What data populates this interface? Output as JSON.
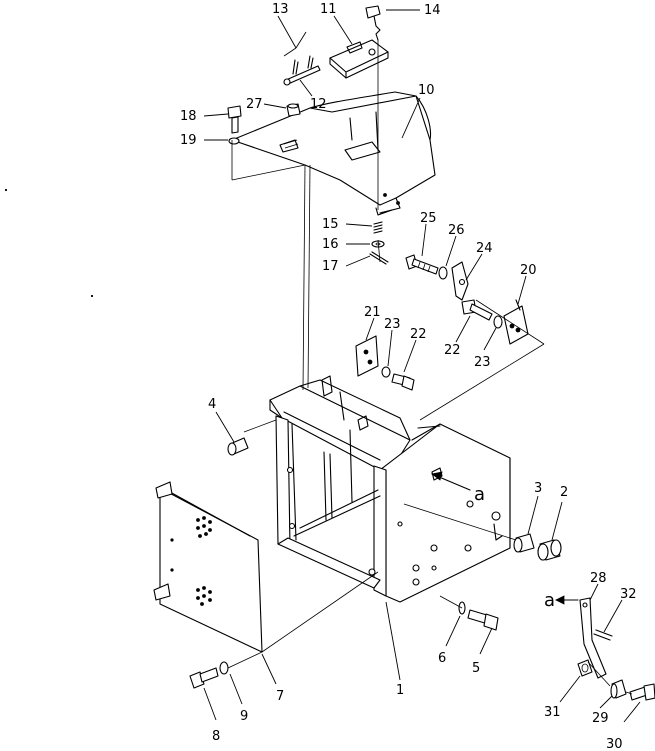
{
  "callouts": [
    {
      "id": "1",
      "text": "1"
    },
    {
      "id": "2",
      "text": "2"
    },
    {
      "id": "3",
      "text": "3"
    },
    {
      "id": "4",
      "text": "4"
    },
    {
      "id": "5",
      "text": "5"
    },
    {
      "id": "6",
      "text": "6"
    },
    {
      "id": "7",
      "text": "7"
    },
    {
      "id": "8",
      "text": "8"
    },
    {
      "id": "9",
      "text": "9"
    },
    {
      "id": "10",
      "text": "10"
    },
    {
      "id": "11",
      "text": "11"
    },
    {
      "id": "12",
      "text": "12"
    },
    {
      "id": "13",
      "text": "13"
    },
    {
      "id": "14",
      "text": "14"
    },
    {
      "id": "15",
      "text": "15"
    },
    {
      "id": "16",
      "text": "16"
    },
    {
      "id": "17",
      "text": "17"
    },
    {
      "id": "18",
      "text": "18"
    },
    {
      "id": "19",
      "text": "19"
    },
    {
      "id": "20",
      "text": "20"
    },
    {
      "id": "21",
      "text": "21"
    },
    {
      "id": "22a",
      "text": "22"
    },
    {
      "id": "22b",
      "text": "22"
    },
    {
      "id": "23a",
      "text": "23"
    },
    {
      "id": "23b",
      "text": "23"
    },
    {
      "id": "24",
      "text": "24"
    },
    {
      "id": "25",
      "text": "25"
    },
    {
      "id": "26",
      "text": "26"
    },
    {
      "id": "27",
      "text": "27"
    },
    {
      "id": "28",
      "text": "28"
    },
    {
      "id": "29",
      "text": "29"
    },
    {
      "id": "30",
      "text": "30"
    },
    {
      "id": "31",
      "text": "31"
    },
    {
      "id": "32",
      "text": "32"
    }
  ],
  "view_marks": {
    "main": "a",
    "detail": "a"
  }
}
